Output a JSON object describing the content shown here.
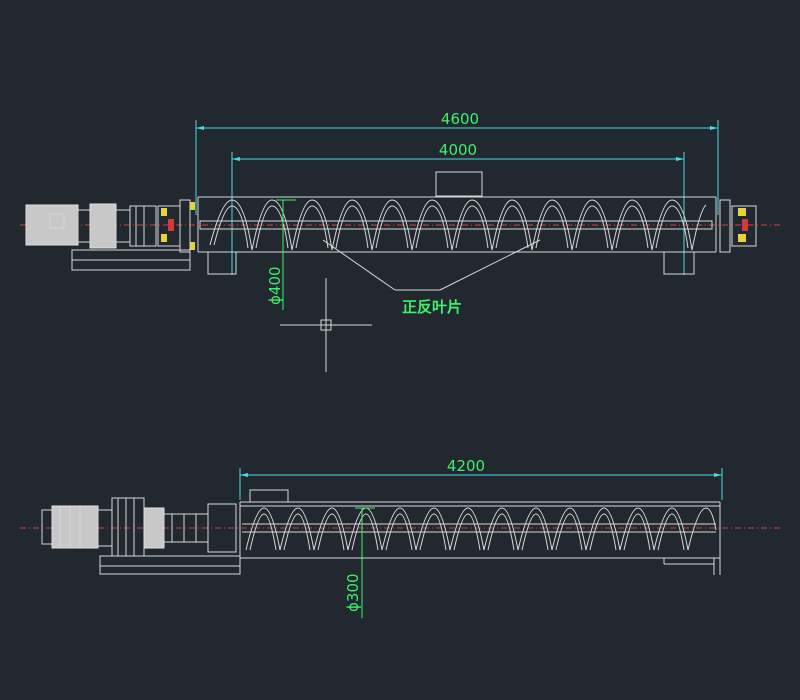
{
  "top_view": {
    "dim_overall": "4600",
    "dim_inner": "4000",
    "dim_diameter": "ϕ400",
    "annotation": "正反叶片"
  },
  "bottom_view": {
    "dim_overall": "4200",
    "dim_diameter": "ϕ300"
  },
  "colors": {
    "background": "#212830",
    "dimension_text": "#3ef06a",
    "dimension_lines": "#4fd8e0",
    "geometry": "#d8d8d8",
    "centerline": "#d04040",
    "bearing_housing": "#e6d23a"
  }
}
